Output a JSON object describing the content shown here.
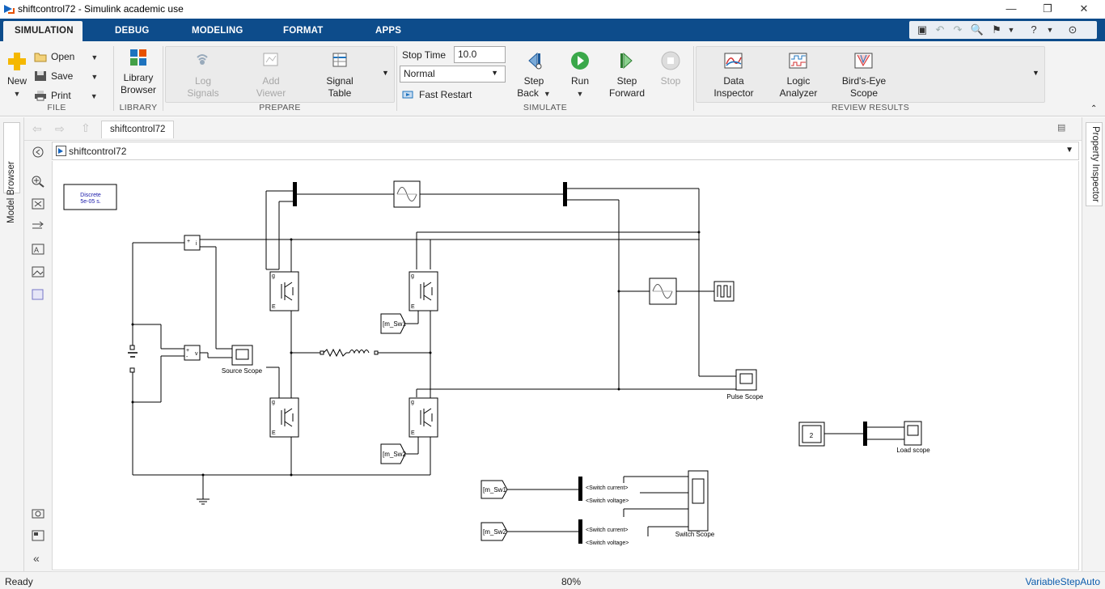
{
  "window": {
    "title": "shiftcontrol72 - Simulink academic use",
    "minimize": "—",
    "restore": "❐",
    "close": "✕"
  },
  "tabs": [
    "SIMULATION",
    "DEBUG",
    "MODELING",
    "FORMAT",
    "APPS"
  ],
  "active_tab": "SIMULATION",
  "ribbon": {
    "file": {
      "label": "FILE",
      "new": "New",
      "open": "Open",
      "save": "Save",
      "print": "Print"
    },
    "library": {
      "label": "LIBRARY",
      "browser_line1": "Library",
      "browser_line2": "Browser"
    },
    "prepare": {
      "label": "PREPARE",
      "log_line1": "Log",
      "log_line2": "Signals",
      "add_line1": "Add",
      "add_line2": "Viewer",
      "table_line1": "Signal",
      "table_line2": "Table"
    },
    "simulate": {
      "label": "SIMULATE",
      "stop_time_label": "Stop Time",
      "stop_time_value": "10.0",
      "mode": "Normal",
      "fast_restart": "Fast Restart",
      "stepback_line1": "Step",
      "stepback_line2": "Back",
      "run": "Run",
      "stepfwd_line1": "Step",
      "stepfwd_line2": "Forward",
      "stop": "Stop"
    },
    "review": {
      "label": "REVIEW RESULTS",
      "di_line1": "Data",
      "di_line2": "Inspector",
      "la_line1": "Logic",
      "la_line2": "Analyzer",
      "be_line1": "Bird's-Eye",
      "be_line2": "Scope"
    }
  },
  "sidepanels": {
    "left": "Model Browser",
    "right": "Property Inspector"
  },
  "document_tab": "shiftcontrol72",
  "breadcrumb": "shiftcontrol72",
  "diagram": {
    "powergui_line1": "Discrete",
    "powergui_line2": "5e-05 s.",
    "source_scope": "Source Scope",
    "pulse_scope": "Pulse Scope",
    "load_scope": "Load scope",
    "switch_scope": "Switch Scope",
    "constant_value": "2",
    "goto_sw1": "[m_Sw1",
    "goto_sw2": "[m_Sw2",
    "from_sw1": "[m_Sw1",
    "from_sw2": "[m_Sw2",
    "switch_current": "<Switch current>",
    "switch_voltage": "<Switch voltage>"
  },
  "status": {
    "left": "Ready",
    "zoom": "80%",
    "solver": "VariableStepAuto"
  }
}
